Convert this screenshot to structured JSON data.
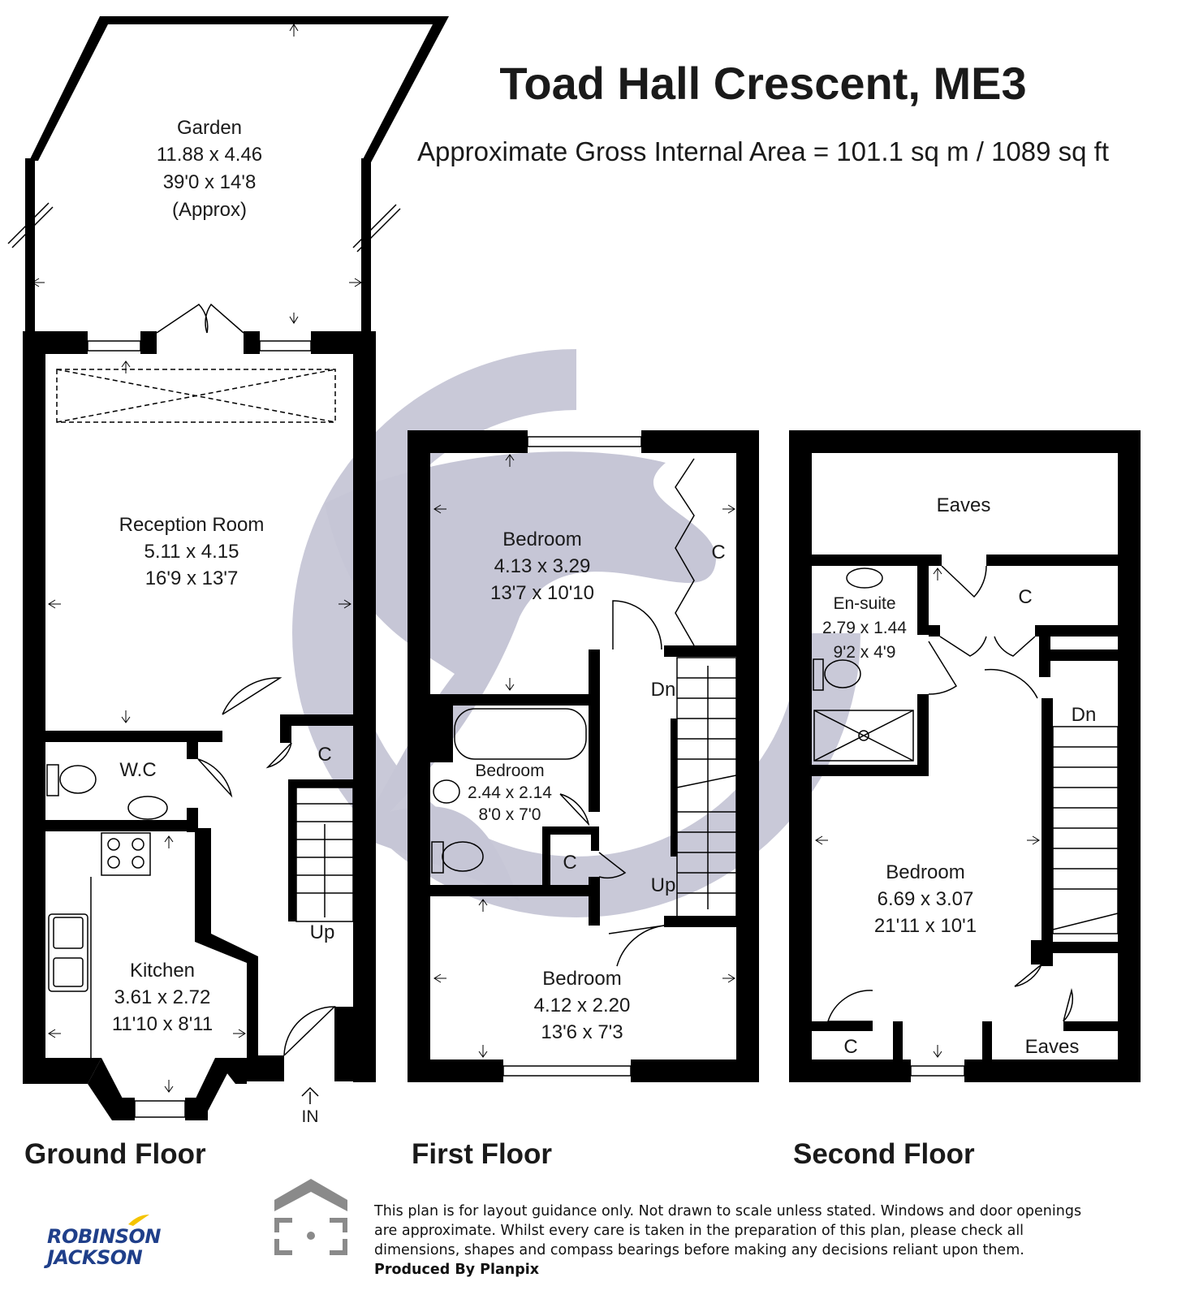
{
  "title": "Toad Hall Crescent, ME3",
  "subtitle": "Approximate Gross Internal Area = 101.1 sq m / 1089 sq ft",
  "floors": {
    "ground": "Ground Floor",
    "first": "First Floor",
    "second": "Second Floor"
  },
  "rooms": {
    "garden": {
      "name": "Garden",
      "metric": "11.88 x 4.46",
      "imperial": "39'0 x 14'8",
      "note": "(Approx)"
    },
    "reception": {
      "name": "Reception Room",
      "metric": "5.11 x 4.15",
      "imperial": "16'9 x 13'7"
    },
    "wc": {
      "name": "W.C"
    },
    "kitchen": {
      "name": "Kitchen",
      "metric": "3.61 x 2.72",
      "imperial": "11'10 x 8'11"
    },
    "bed1": {
      "name": "Bedroom",
      "metric": "4.13 x 3.29",
      "imperial": "13'7 x 10'10"
    },
    "bed2": {
      "name": "Bedroom",
      "metric": "2.44 x 2.14",
      "imperial": "8'0 x 7'0"
    },
    "bed3": {
      "name": "Bedroom",
      "metric": "4.12 x 2.20",
      "imperial": "13'6 x 7'3"
    },
    "ensuite": {
      "name": "En-suite",
      "metric": "2.79 x 1.44",
      "imperial": "9'2 x 4'9"
    },
    "bed4": {
      "name": "Bedroom",
      "metric": "6.69 x 3.07",
      "imperial": "21'11 x 10'1"
    },
    "eaves_top": {
      "name": "Eaves"
    },
    "eaves_bottom": {
      "name": "Eaves"
    }
  },
  "labels": {
    "cupboard": "C",
    "up": "Up",
    "down": "Dn",
    "entrance": "IN"
  },
  "disclaimer": {
    "text": "This plan is for layout guidance only. Not drawn to scale unless stated. Windows and door openings are approximate. Whilst every care is taken in the preparation of this plan, please check all dimensions, shapes and compass bearings before making any decisions reliant upon them.",
    "produced_by": "Produced By Planpix"
  },
  "agent_logo": {
    "line1": "ROBINSON",
    "line2": "JACKSON",
    "color": "#1f3f8a",
    "accent": "#f5c400"
  },
  "colors": {
    "wall": "#000000",
    "watermark": "#c9c9d8"
  }
}
